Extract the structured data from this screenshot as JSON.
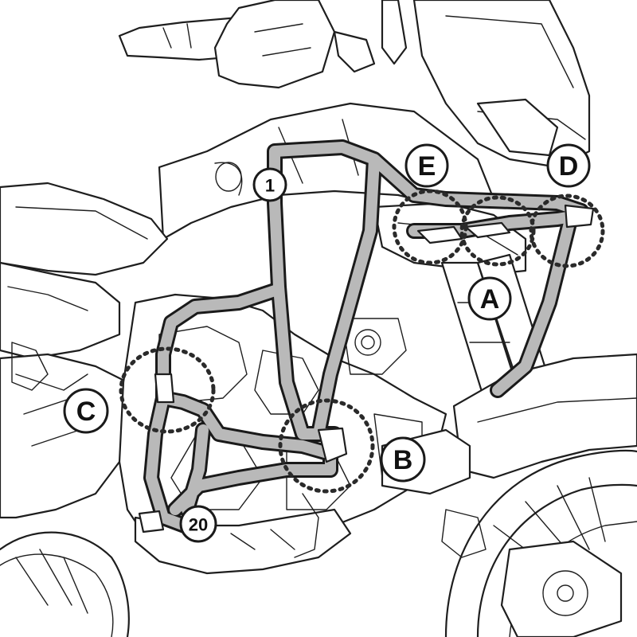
{
  "callouts": {
    "part_1": "1",
    "part_20": "20",
    "zone_a": "A",
    "zone_b": "B",
    "zone_c": "C",
    "zone_d": "D",
    "zone_e": "E"
  },
  "colors": {
    "bar_fill": "#b9b9b9",
    "line": "#1e1e1e",
    "background": "#ffffff"
  }
}
